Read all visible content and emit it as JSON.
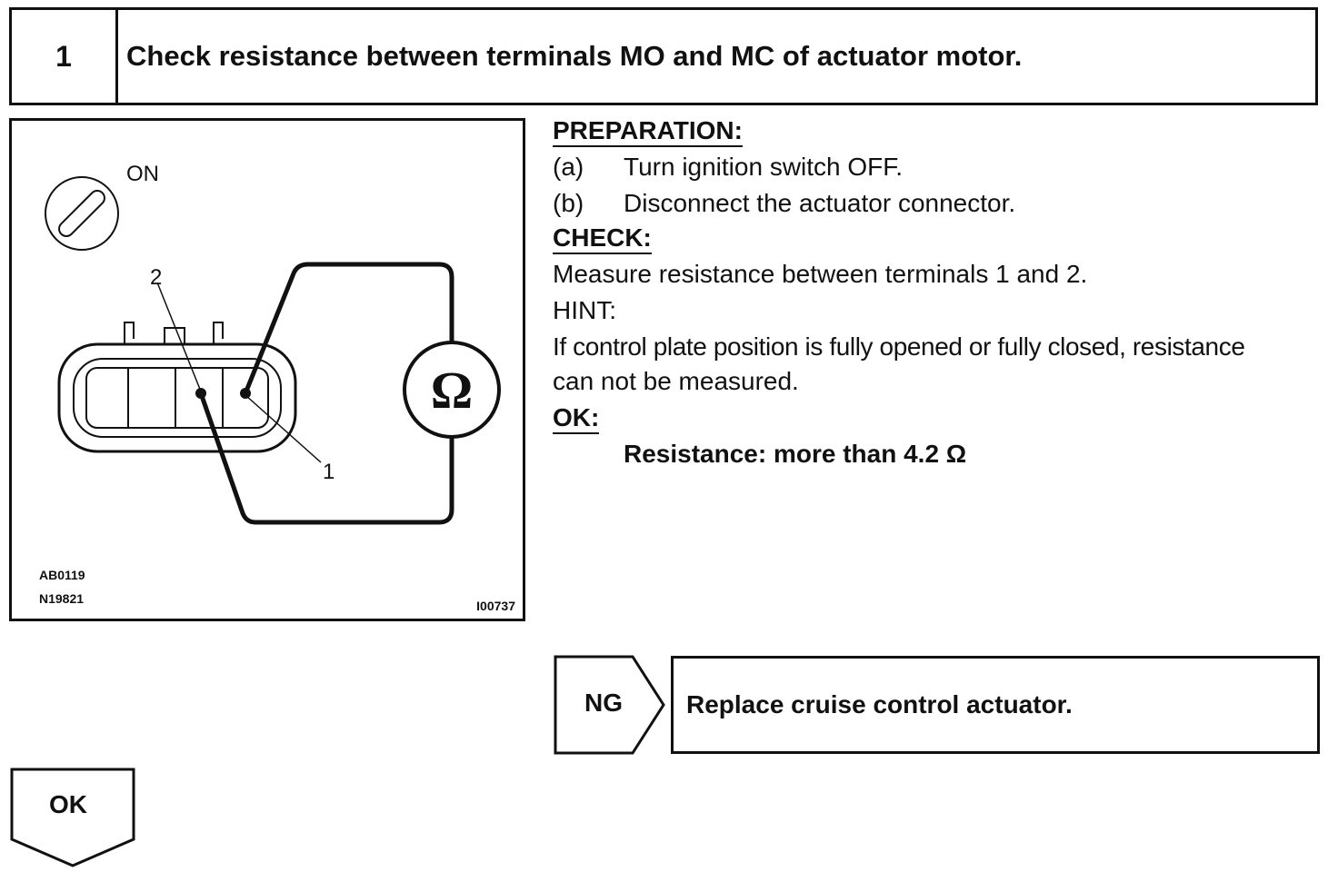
{
  "header": {
    "step_number": "1",
    "title": "Check resistance between terminals MO and MC of actuator motor."
  },
  "figure": {
    "ignition_label": "ON",
    "terminal_2_label": "2",
    "terminal_1_label": "1",
    "ohmmeter_symbol": "Ω",
    "codes": [
      "AB0119",
      "N19821"
    ],
    "figure_id": "I00737"
  },
  "procedure": {
    "preparation_heading": "PREPARATION:",
    "preparation_steps": [
      {
        "marker": "(a)",
        "text": "Turn ignition switch OFF."
      },
      {
        "marker": "(b)",
        "text": "Disconnect the actuator connector."
      }
    ],
    "check_heading": "CHECK:",
    "check_text": "Measure resistance between terminals 1 and 2.",
    "hint_heading": "HINT:",
    "hint_lines": [
      "If control plate position is fully opened or fully closed, resistance",
      "can not be measured."
    ],
    "ok_heading": "OK:",
    "ok_spec": "Resistance: more than 4.2 Ω"
  },
  "results": {
    "ng_label": "NG",
    "ng_action": "Replace cruise control actuator.",
    "ok_label": "OK"
  }
}
